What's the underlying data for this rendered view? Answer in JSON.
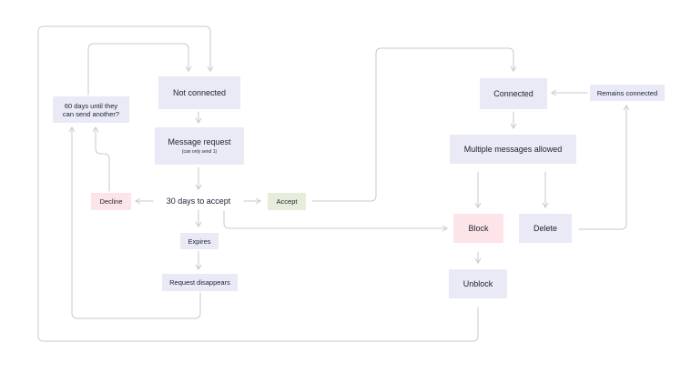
{
  "nodes": {
    "not_connected": "Not connected",
    "message_request": "Message request",
    "message_request_note": "(can only send 1)",
    "sixty_days": "60 days until they can send another?",
    "thirty_days": "30 days to accept",
    "decline": "Decline",
    "accept": "Accept",
    "expires": "Expires",
    "request_disappears": "Request disappears",
    "connected": "Connected",
    "remains_connected": "Remains connected",
    "multiple_messages": "Multiple messages allowed",
    "block": "Block",
    "delete": "Delete",
    "unblock": "Unblock"
  },
  "colors": {
    "lavender": "#e9eaf6",
    "pink": "#fce4e8",
    "green": "#e6eedb",
    "line": "#c9c9cf",
    "text": "#1e2033"
  }
}
